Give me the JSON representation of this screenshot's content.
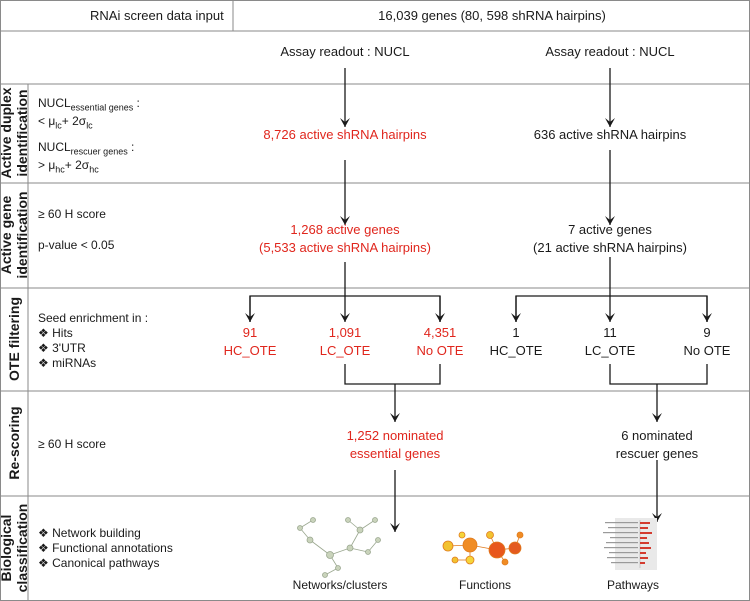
{
  "header": {
    "input_label": "RNAi  screen data input",
    "input_value": "16,039 genes (80, 598 shRNA hairpins)"
  },
  "assay": {
    "left": "Assay readout : NUCL",
    "right": "Assay readout : NUCL"
  },
  "rows": {
    "active_duplex": {
      "label_line1": "Active duplex",
      "label_line2": "identification",
      "crit1_main": "NUCL",
      "crit1_sub": "essential genes",
      "crit1_suffix": " :",
      "crit1_line2_pre": "< μ",
      "crit1_line2_sub1": "lc",
      "crit1_line2_mid": "+ 2σ",
      "crit1_line2_sub2": "lc",
      "crit2_main": "NUCL",
      "crit2_sub": "rescuer genes",
      "crit2_suffix": " :",
      "crit2_line2_pre": "> μ",
      "crit2_line2_sub1": "hc",
      "crit2_line2_mid": "+ 2σ",
      "crit2_line2_sub2": "hc",
      "left_result": "8,726 active shRNA hairpins",
      "right_result": "636 active shRNA hairpins"
    },
    "active_gene": {
      "label_line1": "Active gene",
      "label_line2": "identification",
      "crit1": "≥ 60 H score",
      "crit2": "p-value < 0.05",
      "left_line1": "1,268 active genes",
      "left_line2": "(5,533 active shRNA hairpins)",
      "right_line1": "7 active genes",
      "right_line2": "(21 active shRNA hairpins)"
    },
    "ote": {
      "label": "OTE filtering",
      "crit_title": "Seed enrichment in :",
      "bullets": [
        "Hits",
        "3'UTR",
        "miRNAs"
      ],
      "bullet_glyph": "❖",
      "left": [
        {
          "count": "91",
          "cls": "HC_OTE"
        },
        {
          "count": "1,091",
          "cls": "LC_OTE"
        },
        {
          "count": "4,351",
          "cls": "No OTE"
        }
      ],
      "right": [
        {
          "count": "1",
          "cls": "HC_OTE"
        },
        {
          "count": "11",
          "cls": "LC_OTE"
        },
        {
          "count": "9",
          "cls": "No OTE"
        }
      ]
    },
    "rescoring": {
      "label": "Re-scoring",
      "crit": "≥ 60 H score",
      "left_line1": "1,252 nominated",
      "left_line2": "essential genes",
      "right_line1": "6 nominated",
      "right_line2": "rescuer genes"
    },
    "bio": {
      "label_line1": "Biological",
      "label_line2": "classification",
      "bullets": [
        "Network building",
        "Functional annotations",
        "Canonical pathways"
      ],
      "bullet_glyph": "❖",
      "out1": "Networks/clusters",
      "out2": "Functions",
      "out3": "Pathways"
    }
  },
  "colors": {
    "highlight": "#e0261d",
    "text": "#1a1a1a",
    "frame": "#333333"
  }
}
